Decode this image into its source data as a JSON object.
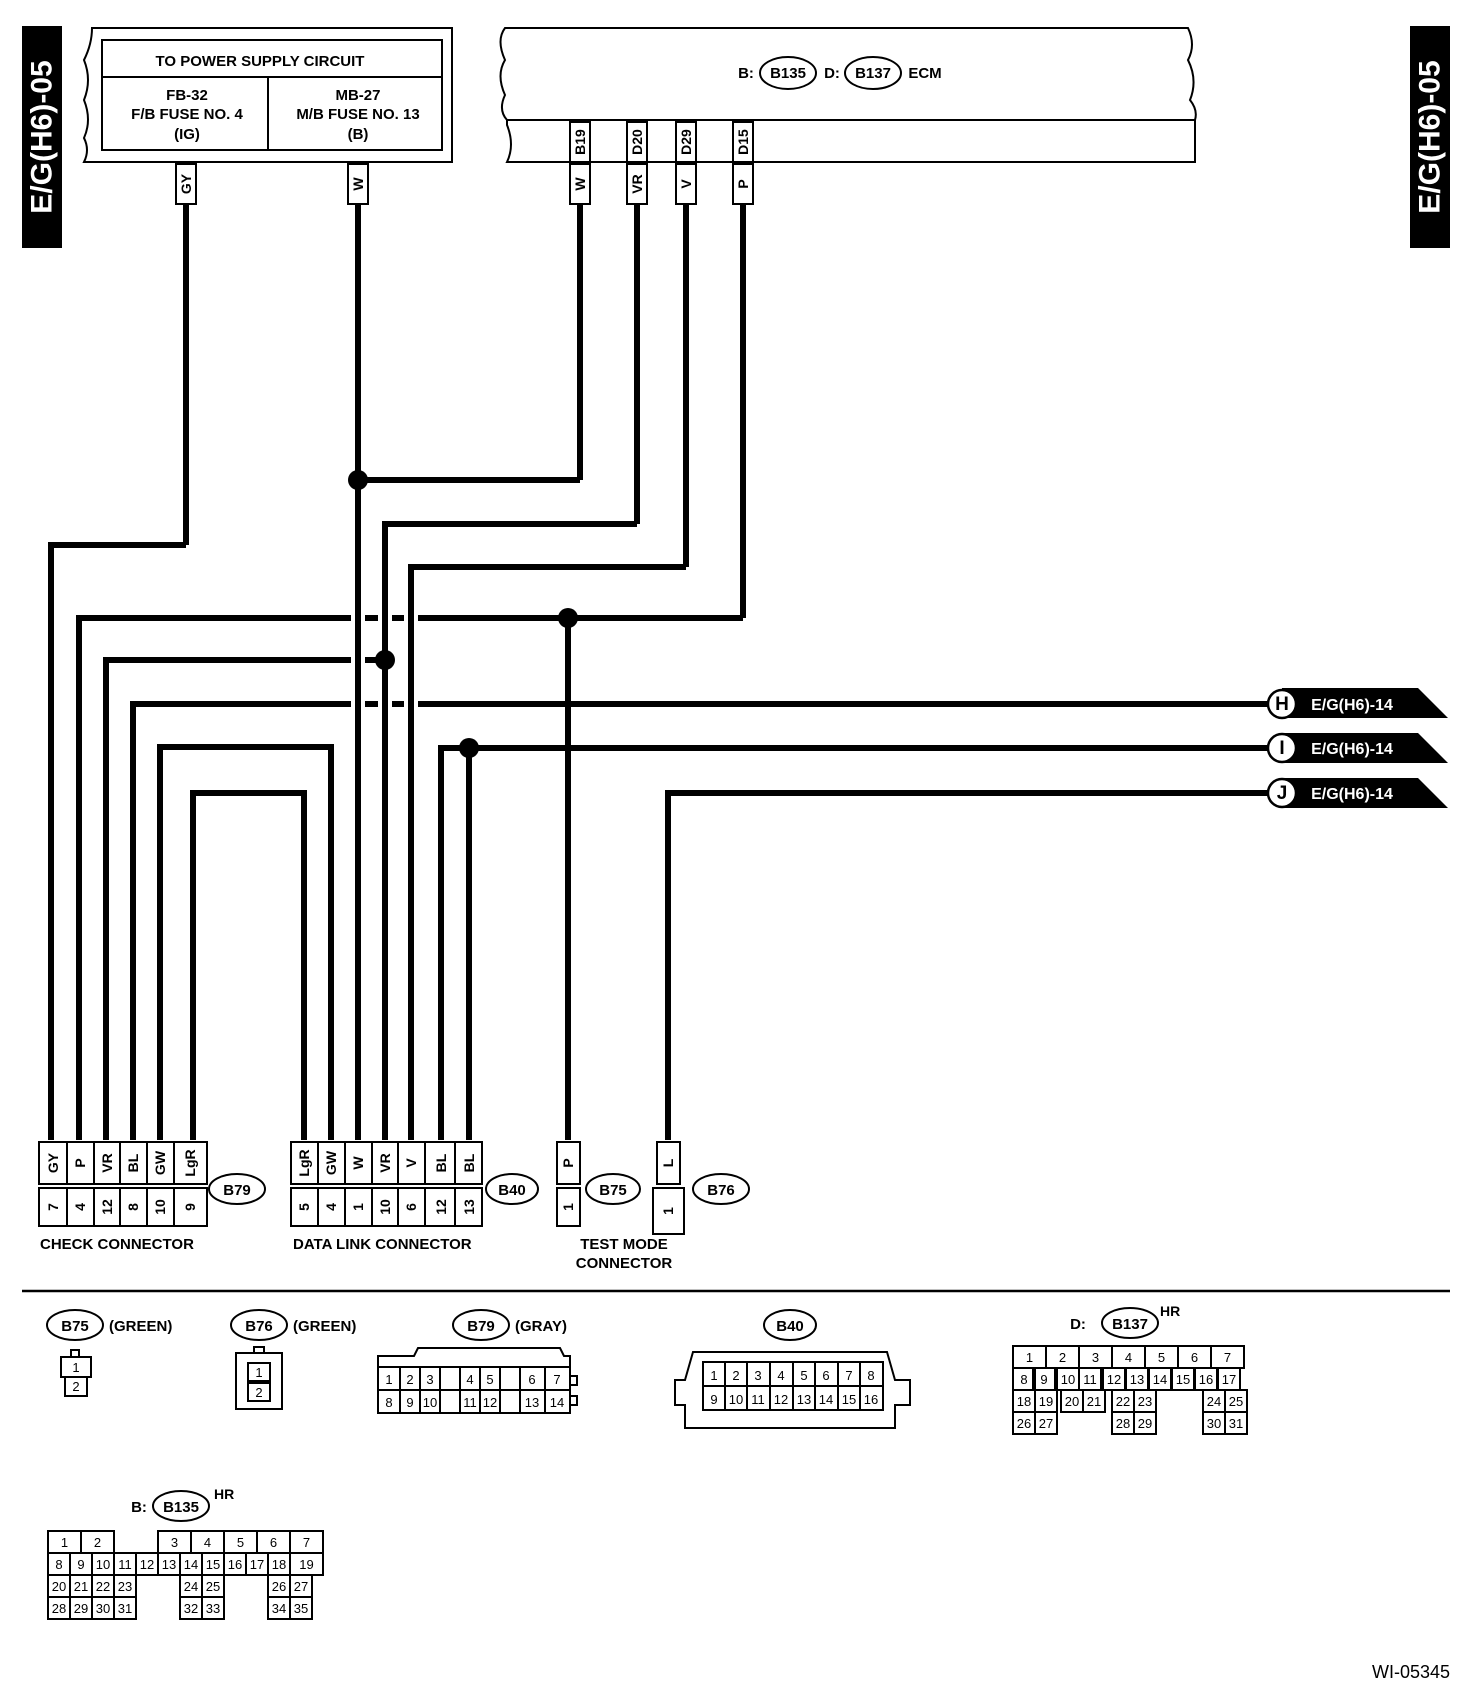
{
  "side_labels": {
    "left": "E/G(H6)-05",
    "right": "E/G(H6)-05"
  },
  "power_supply": {
    "title": "TO POWER SUPPLY CIRCUIT",
    "fuse1": [
      "FB-32",
      "F/B FUSE NO. 4",
      "(IG)"
    ],
    "fuse2": [
      "MB-27",
      "M/B FUSE NO. 13",
      "(B)"
    ],
    "wires": [
      "GY",
      "W"
    ]
  },
  "ecm": {
    "prefix_b": "B:",
    "conn_b": "B135",
    "prefix_d": "D:",
    "conn_d": "B137",
    "name": "ECM",
    "terminals": [
      "B19",
      "D20",
      "D29",
      "D15"
    ],
    "wires": [
      "W",
      "VR",
      "V",
      "P"
    ]
  },
  "offpage": [
    {
      "letter": "H",
      "ref": "E/G(H6)-14"
    },
    {
      "letter": "I",
      "ref": "E/G(H6)-14"
    },
    {
      "letter": "J",
      "ref": "E/G(H6)-14"
    }
  ],
  "check_connector": {
    "id": "B79",
    "name": "CHECK CONNECTOR",
    "wires": [
      "GY",
      "P",
      "VR",
      "BL",
      "GW",
      "LgR"
    ],
    "pins": [
      "7",
      "4",
      "12",
      "8",
      "10",
      "9"
    ]
  },
  "data_link_connector": {
    "id": "B40",
    "name": "DATA LINK CONNECTOR",
    "wires": [
      "LgR",
      "GW",
      "W",
      "VR",
      "V",
      "BL",
      "BL"
    ],
    "pins": [
      "5",
      "4",
      "1",
      "10",
      "6",
      "12",
      "13"
    ]
  },
  "test_mode_connector": {
    "id": "B75",
    "name_line1": "TEST MODE",
    "name_line2": "CONNECTOR",
    "wires": [
      "P"
    ],
    "pins": [
      "1"
    ]
  },
  "b76_connector": {
    "id": "B76",
    "wires": [
      "L"
    ],
    "pins": [
      "1"
    ]
  },
  "connector_views": {
    "b75": {
      "id": "B75",
      "color": "(GREEN)",
      "pins": [
        "1",
        "2"
      ]
    },
    "b76": {
      "id": "B76",
      "color": "(GREEN)",
      "pins": [
        "1",
        "2"
      ]
    },
    "b79": {
      "id": "B79",
      "color": "(GRAY)",
      "pins": [
        "1",
        "2",
        "3",
        "4",
        "5",
        "6",
        "7",
        "8",
        "9",
        "10",
        "11",
        "12",
        "13",
        "14"
      ]
    },
    "b40": {
      "id": "B40",
      "pins": [
        "1",
        "2",
        "3",
        "4",
        "5",
        "6",
        "7",
        "8",
        "9",
        "10",
        "11",
        "12",
        "13",
        "14",
        "15",
        "16"
      ]
    },
    "b137": {
      "prefix": "D:",
      "id": "B137",
      "tag": "HR",
      "rows": [
        [
          "1",
          "2",
          "3",
          "4",
          "5",
          "6",
          "7"
        ],
        [
          "8",
          "9",
          "10",
          "11",
          "12",
          "13",
          "14",
          "15",
          "16",
          "17"
        ],
        [
          "18",
          "19",
          "20",
          "21",
          "22",
          "23",
          "24",
          "25"
        ],
        [
          "26",
          "27",
          "28",
          "29",
          "30",
          "31"
        ]
      ]
    },
    "b135": {
      "prefix": "B:",
      "id": "B135",
      "tag": "HR",
      "rows": [
        [
          "1",
          "2",
          "3",
          "4",
          "5",
          "6",
          "7"
        ],
        [
          "8",
          "9",
          "10",
          "11",
          "12",
          "13",
          "14",
          "15",
          "16",
          "17",
          "18",
          "19"
        ],
        [
          "20",
          "21",
          "22",
          "23",
          "24",
          "25",
          "26",
          "27"
        ],
        [
          "28",
          "29",
          "30",
          "31",
          "32",
          "33",
          "34",
          "35"
        ]
      ]
    }
  },
  "figure_id": "WI-05345"
}
